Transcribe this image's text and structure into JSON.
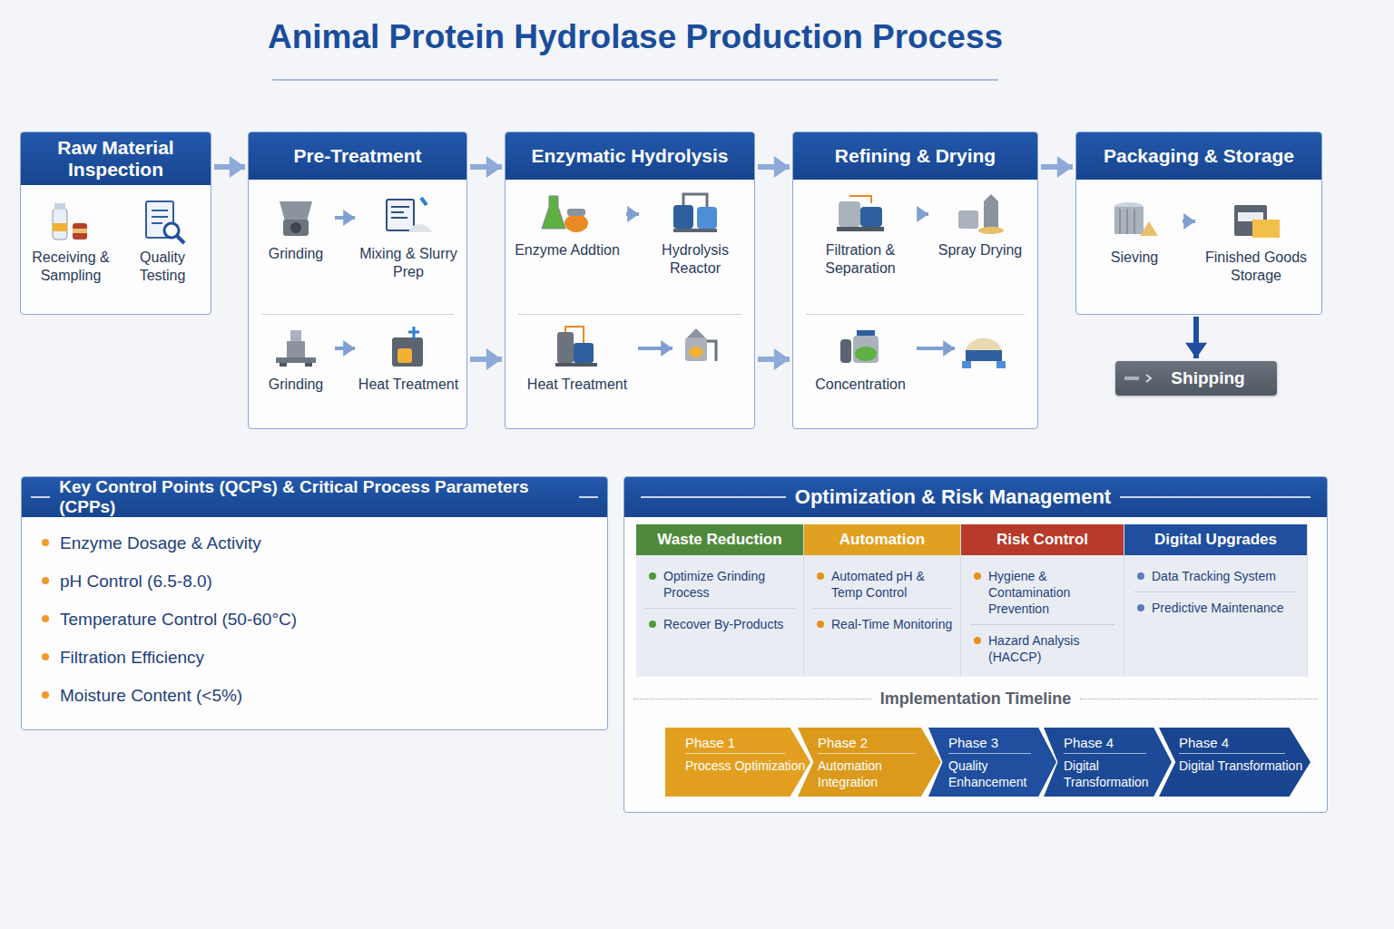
{
  "diagram": {
    "title": "Animal Protein Hydrolase Production Process",
    "nodes": [
      {
        "text": [
          "Raw Material Inspection"
        ]
      },
      {
        "text": [
          "Receiving & Sampling"
        ],
        "in": 0
      },
      {
        "text": [
          "Quality Testing"
        ],
        "in": 0
      },
      {
        "text": [
          "Pre-Treatment"
        ]
      },
      {
        "text": [
          "Grinding"
        ],
        "in": 3
      },
      {
        "text": [
          "Mixing & Slurry Prep"
        ],
        "in": 3
      },
      {
        "text": [
          "Grinding"
        ],
        "in": 3
      },
      {
        "text": [
          "Heat Treatment"
        ],
        "in": 3
      },
      {
        "text": [
          "Enzymatic Hydrolysis"
        ]
      },
      {
        "text": [
          "Enzyme Addtion"
        ],
        "in": 8
      },
      {
        "text": [
          "Hydrolysis Reactor"
        ],
        "in": 8
      },
      {
        "text": [
          "Heat Treatment"
        ],
        "in": 8
      },
      {
        "text": [
          "Refining & Drying"
        ]
      },
      {
        "text": [
          "Filtration & Separation"
        ],
        "in": 12
      },
      {
        "text": [
          "Spray Drying"
        ],
        "in": 12
      },
      {
        "text": [
          "Concentration"
        ],
        "in": 12
      },
      {
        "text": [
          "Packaging & Storage"
        ]
      },
      {
        "text": [
          "Sieving"
        ],
        "in": 16
      },
      {
        "text": [
          "Finished Goods Storage"
        ],
        "in": 16
      },
      {
        "text": [
          "Shipping"
        ]
      },
      {
        "text": [
          "Key Control Points (QCPs) & Critical Process Parameters (CPPs)",
          "Enzyme Dosage & Activity",
          "pH Control (6.5-8.0)",
          "Temperature Control (50-60°C)",
          "Filtration Efficiency",
          "Moisture Content (<5%)"
        ]
      },
      {
        "text": [
          "Optimization & Risk Management",
          "Implementation Timeline"
        ]
      },
      {
        "text": [
          "Waste Reduction",
          "Optimize Grinding Process",
          "Recover By-Products"
        ],
        "in": 21
      },
      {
        "text": [
          "Automation",
          "Automated pH & Temp Control",
          "Real-Time Monitoring"
        ],
        "in": 21
      },
      {
        "text": [
          "Risk Control",
          "Hygiene & Contamination Prevention",
          "Hazard Analysis (HACCP)"
        ],
        "in": 21
      },
      {
        "text": [
          "Digital Upgrades",
          "Data Tracking System",
          "Predictive Maintenance"
        ],
        "in": 21
      },
      {
        "text": [
          "Phase 1",
          "Process Optimization"
        ],
        "in": 21
      },
      {
        "text": [
          "Phase 2",
          "Automation Integration"
        ],
        "in": 21
      },
      {
        "text": [
          "Phase 3",
          "Quality Enhancement"
        ],
        "in": 21
      },
      {
        "text": [
          "Phase 4",
          "Digital Transformation"
        ],
        "in": 21
      },
      {
        "text": [
          "Phase 4",
          "Digital Transformation"
        ],
        "in": 21
      }
    ],
    "edges": [
      {
        "from": 0,
        "to": 3,
        "arrow": "to"
      },
      {
        "from": 3,
        "to": 8,
        "arrow": "to"
      },
      {
        "from": 3,
        "to": 8,
        "arrow": "to"
      },
      {
        "from": 8,
        "to": 12,
        "arrow": "to"
      },
      {
        "from": 8,
        "to": 12,
        "arrow": "to"
      },
      {
        "from": 12,
        "to": 16,
        "arrow": "to"
      },
      {
        "from": 16,
        "to": 19,
        "arrow": "to"
      },
      {
        "from": 4,
        "to": 5,
        "arrow": "to"
      },
      {
        "from": 6,
        "to": 7,
        "arrow": "to"
      },
      {
        "from": 9,
        "to": 10,
        "arrow": "to"
      },
      {
        "from": 13,
        "to": 14,
        "arrow": "to"
      },
      {
        "from": 17,
        "to": 18,
        "arrow": "to"
      }
    ]
  }
}
